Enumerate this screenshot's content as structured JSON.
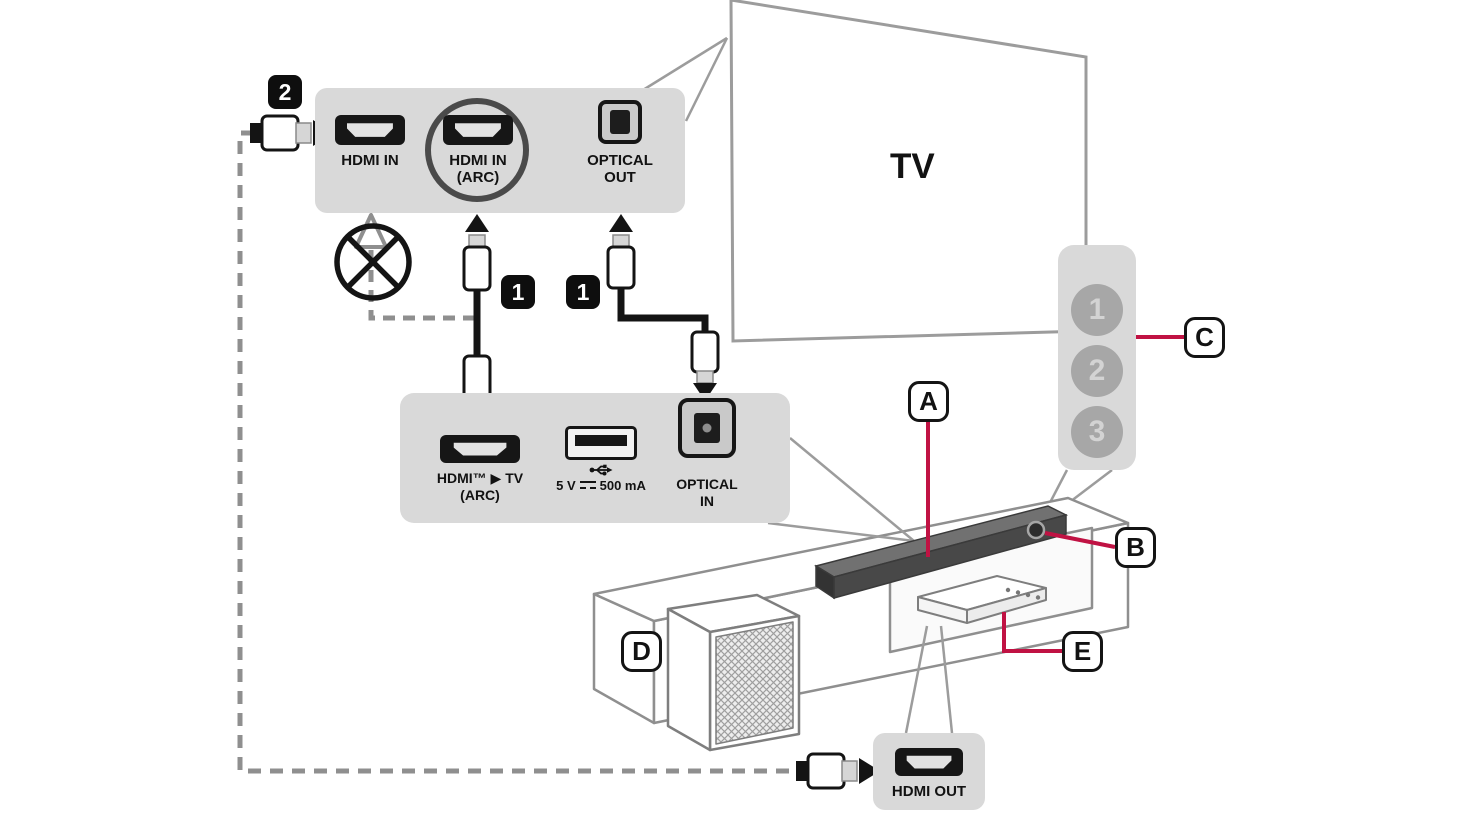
{
  "colors": {
    "accent": "#c01243",
    "panel_gray": "#d9d9d9",
    "dash_gray": "#8f8f8f",
    "line_gray": "#9c9c9c",
    "port_black": "#161616"
  },
  "steps": {
    "one": "1",
    "two": "2"
  },
  "tv": {
    "label": "TV"
  },
  "tv_rear_panel": {
    "hdmi_in": "HDMI IN",
    "hdmi_in_arc_line1": "HDMI IN",
    "hdmi_in_arc_line2": "(ARC)",
    "optical_out_line1": "OPTICAL",
    "optical_out_line2": "OUT"
  },
  "soundbar_rear_panel": {
    "hdmi_arc_line1": "HDMI™ ▶ TV",
    "hdmi_arc_line2": "(ARC)",
    "usb_left": "5 V",
    "usb_right": "500 mA",
    "optical_in_line1": "OPTICAL",
    "optical_in_line2": "IN"
  },
  "hdmi_out_panel": {
    "label": "HDMI OUT"
  },
  "input_selector": {
    "buttons": [
      "1",
      "2",
      "3"
    ]
  },
  "callouts": {
    "a": "A",
    "b": "B",
    "c": "C",
    "d": "D",
    "e": "E"
  }
}
